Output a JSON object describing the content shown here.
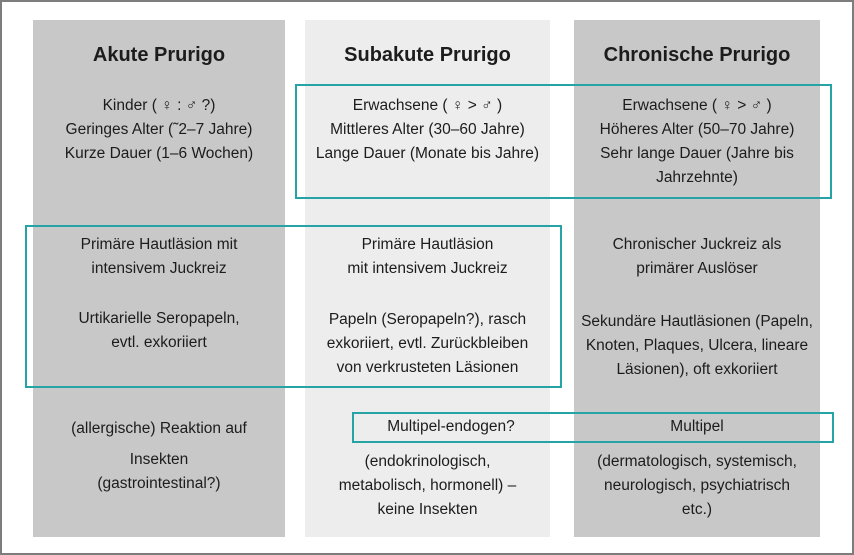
{
  "figure": {
    "colors": {
      "column_dark": "#c8c8c8",
      "column_light": "#ededed",
      "frame_border": "#7d7d7d",
      "highlight": "#26a3a5",
      "text": "#1c1c1c"
    },
    "columns": [
      {
        "title": "Akute Prurigo",
        "demographics": [
          "Kinder ( ♀ : ♂ ?)",
          "Geringes Alter (˜2–7 Jahre)",
          "Kurze Dauer (1–6 Wochen)"
        ],
        "lesion_primary": [
          "Primäre Hautläsion mit",
          "intensivem Juckreiz"
        ],
        "lesion_secondary": [
          "Urtikarielle Seropapeln,",
          "evtl. exkoriiert"
        ],
        "trigger_head": [
          "(allergische) Reaktion auf"
        ],
        "trigger_detail": [
          "Insekten",
          "(gastrointestinal?)"
        ]
      },
      {
        "title": "Subakute Prurigo",
        "demographics": [
          "Erwachsene ( ♀ > ♂ )",
          "Mittleres Alter (30–60 Jahre)",
          "Lange Dauer (Monate bis Jahre)"
        ],
        "lesion_primary": [
          "Primäre Hautläsion",
          "mit intensivem Juckreiz"
        ],
        "lesion_secondary": [
          "Papeln (Seropapeln?), rasch",
          "exkoriiert, evtl. Zurückbleiben",
          "von verkrusteten Läsionen"
        ],
        "trigger_head": [
          "Multipel-endogen?"
        ],
        "trigger_detail": [
          "(endokrinologisch,",
          "metabolisch, hormonell) –",
          "keine Insekten"
        ]
      },
      {
        "title": "Chronische Prurigo",
        "demographics": [
          "Erwachsene ( ♀ > ♂ )",
          "Höheres Alter (50–70 Jahre)",
          "Sehr lange Dauer (Jahre bis",
          "Jahrzehnte)"
        ],
        "lesion_primary": [
          "Chronischer Juckreiz als",
          "primärer Auslöser"
        ],
        "lesion_secondary": [
          "Sekundäre Hautläsionen (Papeln,",
          "Knoten, Plaques, Ulcera, lineare",
          "Läsionen), oft exkoriiert"
        ],
        "trigger_head": [
          "Multipel"
        ],
        "trigger_detail": [
          "(dermatologisch, systemisch,",
          "neurologisch, psychiatrisch",
          "etc.)"
        ]
      }
    ]
  }
}
